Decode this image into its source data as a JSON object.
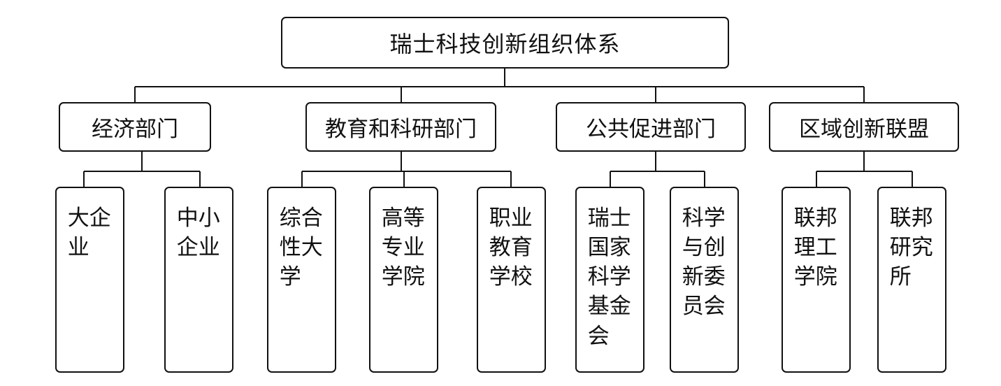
{
  "root": {
    "label": "瑞士科技创新组织体系"
  },
  "categories": [
    {
      "label": "经济部门",
      "children": [
        {
          "label": "大企业"
        },
        {
          "label": "中小企业"
        }
      ]
    },
    {
      "label": "教育和科研部门",
      "children": [
        {
          "label": "综合性大学"
        },
        {
          "label": "高等专业学院"
        },
        {
          "label": "职业教育学校"
        }
      ]
    },
    {
      "label": "公共促进部门",
      "children": [
        {
          "label": "瑞士国家科学基金会"
        },
        {
          "label": "科学与创新委员会"
        }
      ]
    },
    {
      "label": "区域创新联盟",
      "children": [
        {
          "label": "联邦理工学院"
        },
        {
          "label": "联邦研究所"
        }
      ]
    }
  ]
}
